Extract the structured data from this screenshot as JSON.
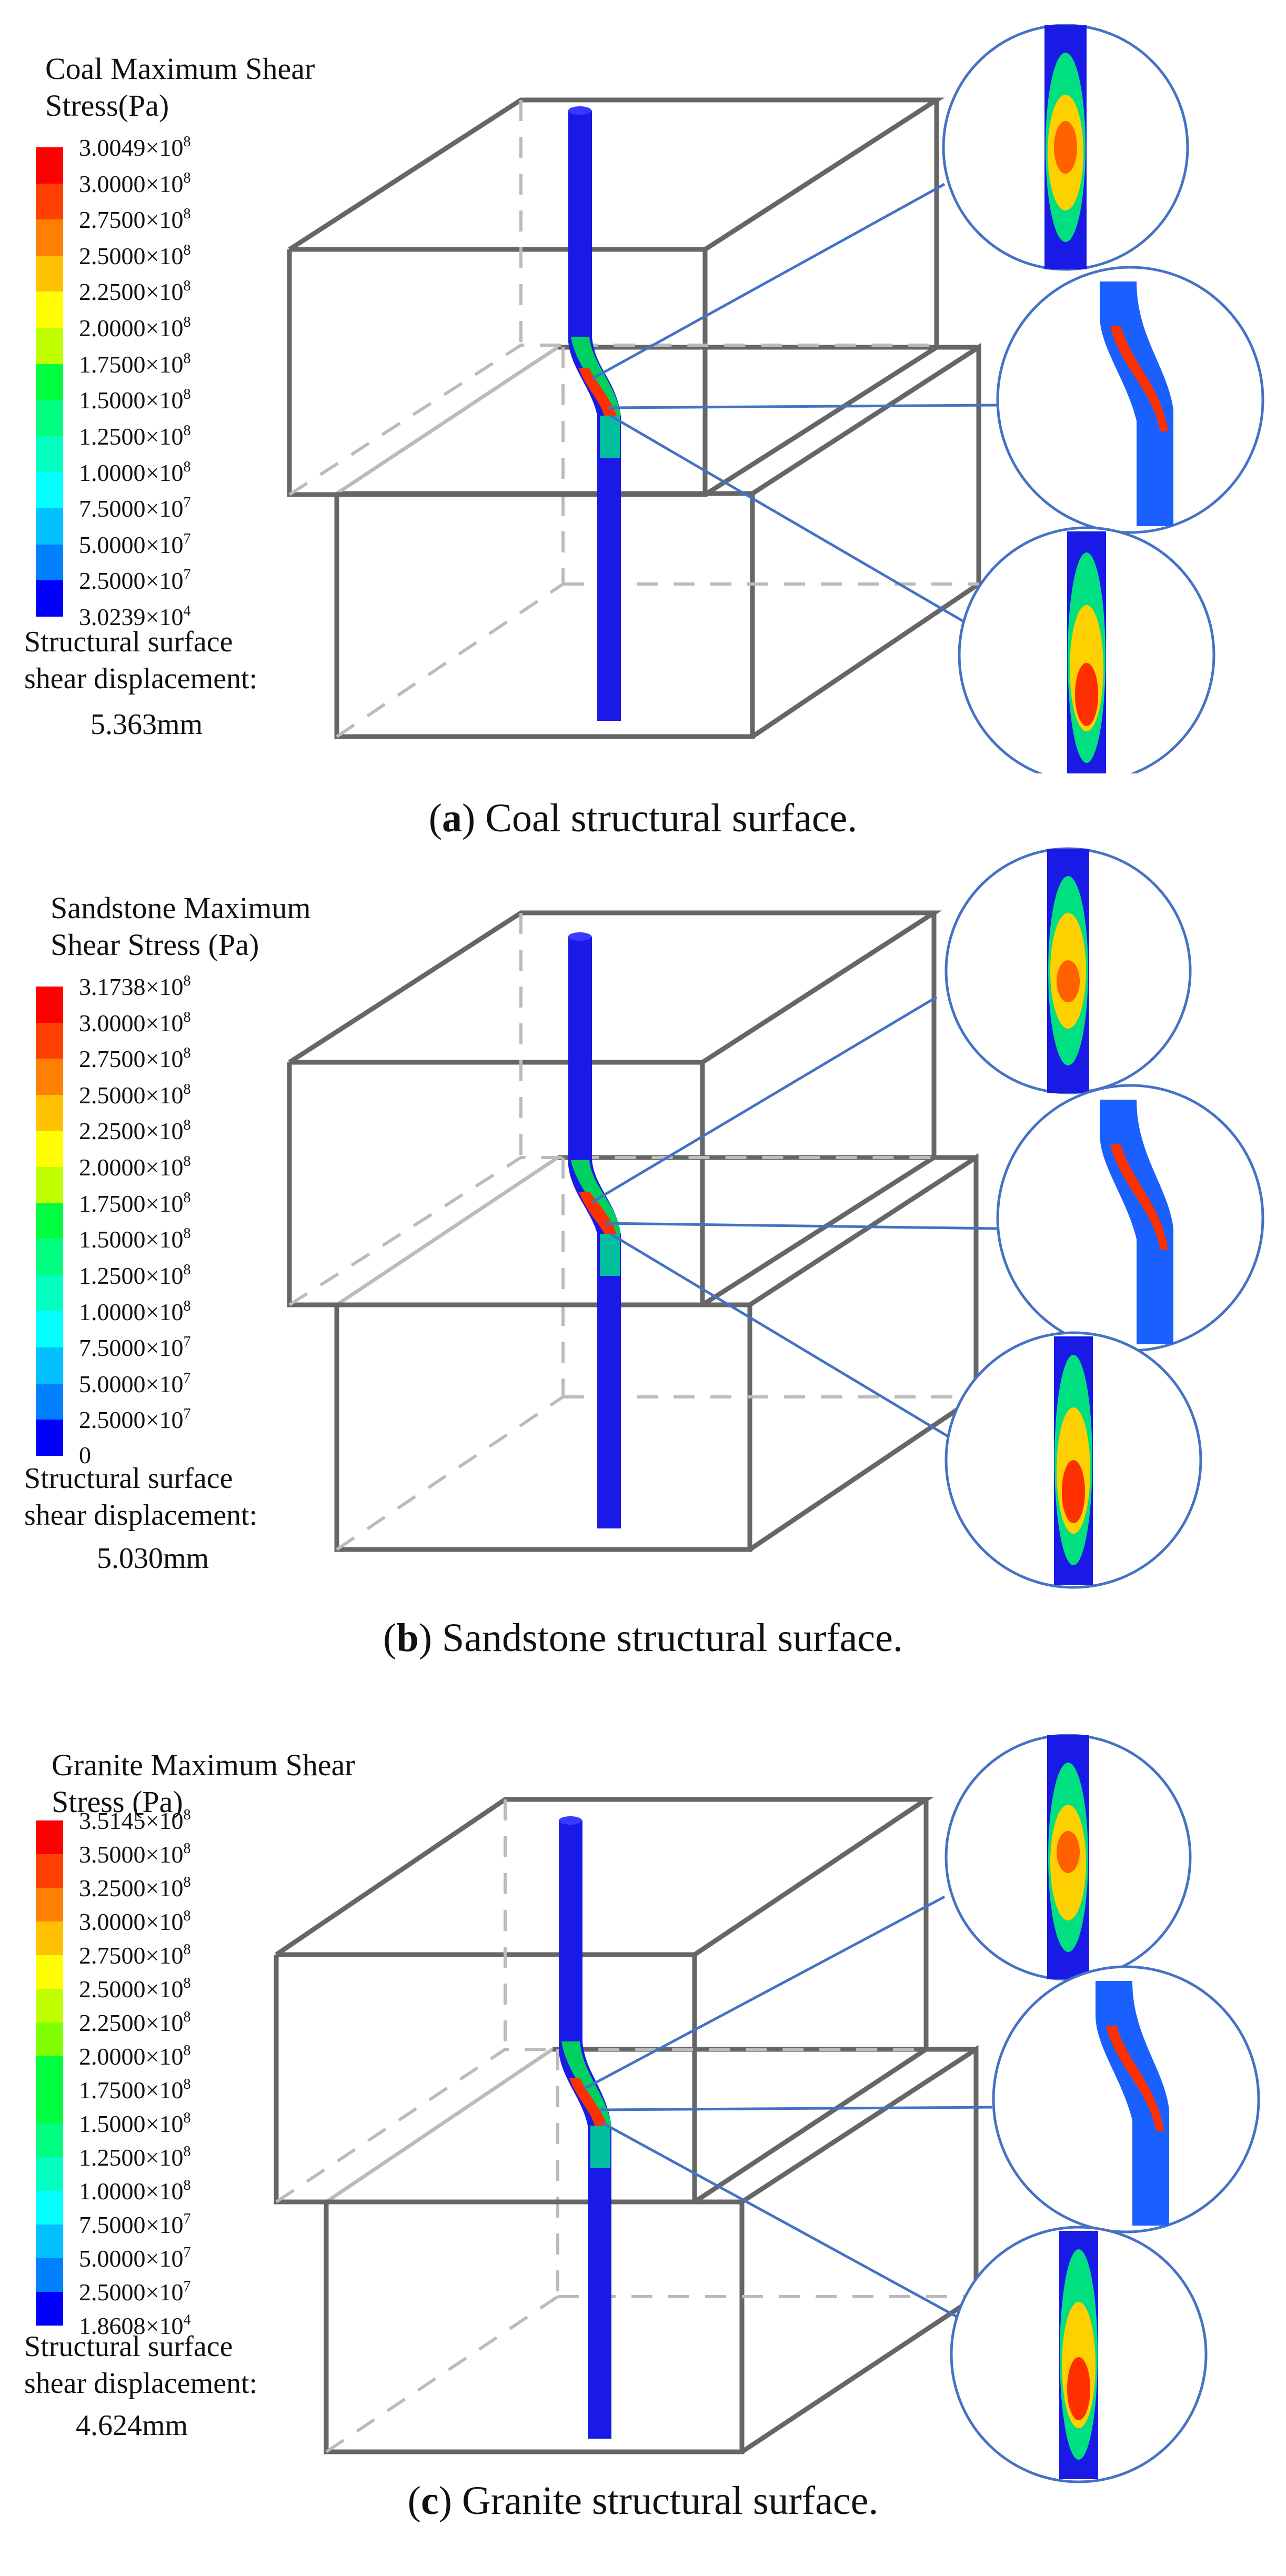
{
  "panels": [
    {
      "legend_title_line1": "Coal Maximum Shear",
      "legend_title_line2": "Stress(Pa)",
      "legend_values": [
        "3.0049×10^8",
        "3.0000×10^8",
        "2.7500×10^8",
        "2.5000×10^8",
        "2.2500×10^8",
        "2.0000×10^8",
        "1.7500×10^8",
        "1.5000×10^8",
        "1.2500×10^8",
        "1.0000×10^8",
        "7.5000×10^7",
        "5.0000×10^7",
        "2.5000×10^7",
        "3.0239×10^4"
      ],
      "displacement_label_line1": "Structural surface",
      "displacement_label_line2": "shear displacement:",
      "displacement_value": "5.363mm",
      "caption_letter": "a",
      "caption_text": "Coal structural surface."
    },
    {
      "legend_title_line1": "Sandstone Maximum",
      "legend_title_line2": "Shear Stress (Pa)",
      "legend_values": [
        "3.1738×10^8",
        "3.0000×10^8",
        "2.7500×10^8",
        "2.5000×10^8",
        "2.2500×10^8",
        "2.0000×10^8",
        "1.7500×10^8",
        "1.5000×10^8",
        "1.2500×10^8",
        "1.0000×10^8",
        "7.5000×10^7",
        "5.0000×10^7",
        "2.5000×10^7",
        "0"
      ],
      "displacement_label_line1": "Structural surface",
      "displacement_label_line2": "shear displacement:",
      "displacement_value": "5.030mm",
      "caption_letter": "b",
      "caption_text": "Sandstone structural surface."
    },
    {
      "legend_title_line1": "Granite Maximum Shear",
      "legend_title_line2": "Stress (Pa)",
      "legend_values": [
        "3.5145×10^8",
        "3.5000×10^8",
        "3.2500×10^8",
        "3.0000×10^8",
        "2.7500×10^8",
        "2.5000×10^8",
        "2.2500×10^8",
        "2.0000×10^8",
        "1.7500×10^8",
        "1.5000×10^8",
        "1.2500×10^8",
        "1.0000×10^8",
        "7.5000×10^7",
        "5.0000×10^7",
        "2.5000×10^7",
        "1.8608×10^4"
      ],
      "displacement_label_line1": "Structural surface",
      "displacement_label_line2": "shear displacement:",
      "displacement_value": "4.624mm",
      "caption_letter": "c",
      "caption_text": "Granite structural surface."
    }
  ],
  "colors": {
    "box_edge": "#666666",
    "box_hidden_edge": "#bbbbbb",
    "bolt_blue": "#1a1ae6",
    "callout_line": "#4472c4",
    "legend_scale": [
      "#ff0000",
      "#ff4000",
      "#ff8000",
      "#ffc000",
      "#ffff00",
      "#c0ff00",
      "#80ff00",
      "#00ff40",
      "#00ff80",
      "#00ffc0",
      "#00ffff",
      "#00c0ff",
      "#0080ff",
      "#0000ff"
    ]
  }
}
